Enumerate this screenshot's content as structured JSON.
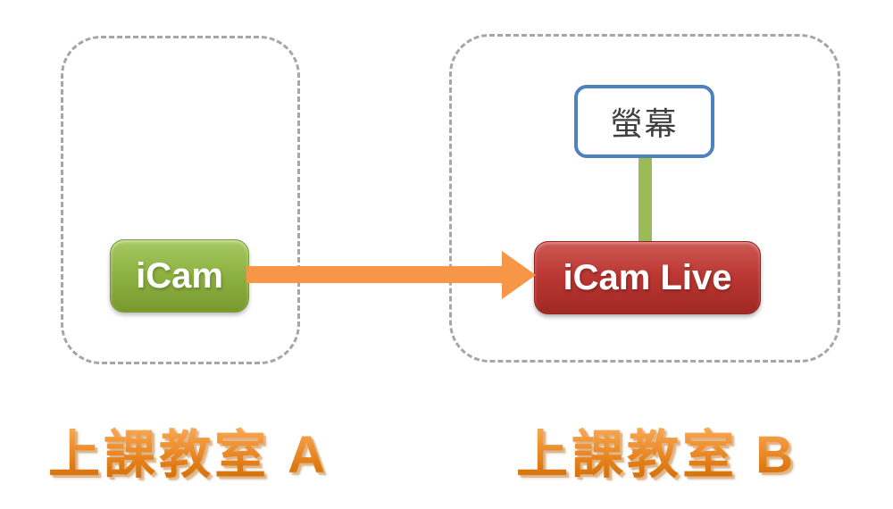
{
  "nodes": {
    "icam": {
      "label": "iCam",
      "color": "#8FB344"
    },
    "icam_live": {
      "label": "iCam Live",
      "color": "#BC3834"
    },
    "screen": {
      "label": "螢幕",
      "border_color": "#4F81BD"
    }
  },
  "captions": {
    "classroom_a": "上課教室 A",
    "classroom_b": "上課教室 B"
  },
  "connections": [
    {
      "from": "iCam",
      "to": "iCam Live",
      "type": "arrow",
      "color": "#F79646"
    },
    {
      "from": "螢幕",
      "to": "iCam Live",
      "type": "line",
      "color": "#9BBB59"
    }
  ],
  "colors": {
    "dashed_border": "#A6A6A6",
    "arrow_orange": "#F79646",
    "connector_olive": "#9BBB59",
    "caption_orange": "#E07C14",
    "background": "#FFFFFF"
  }
}
